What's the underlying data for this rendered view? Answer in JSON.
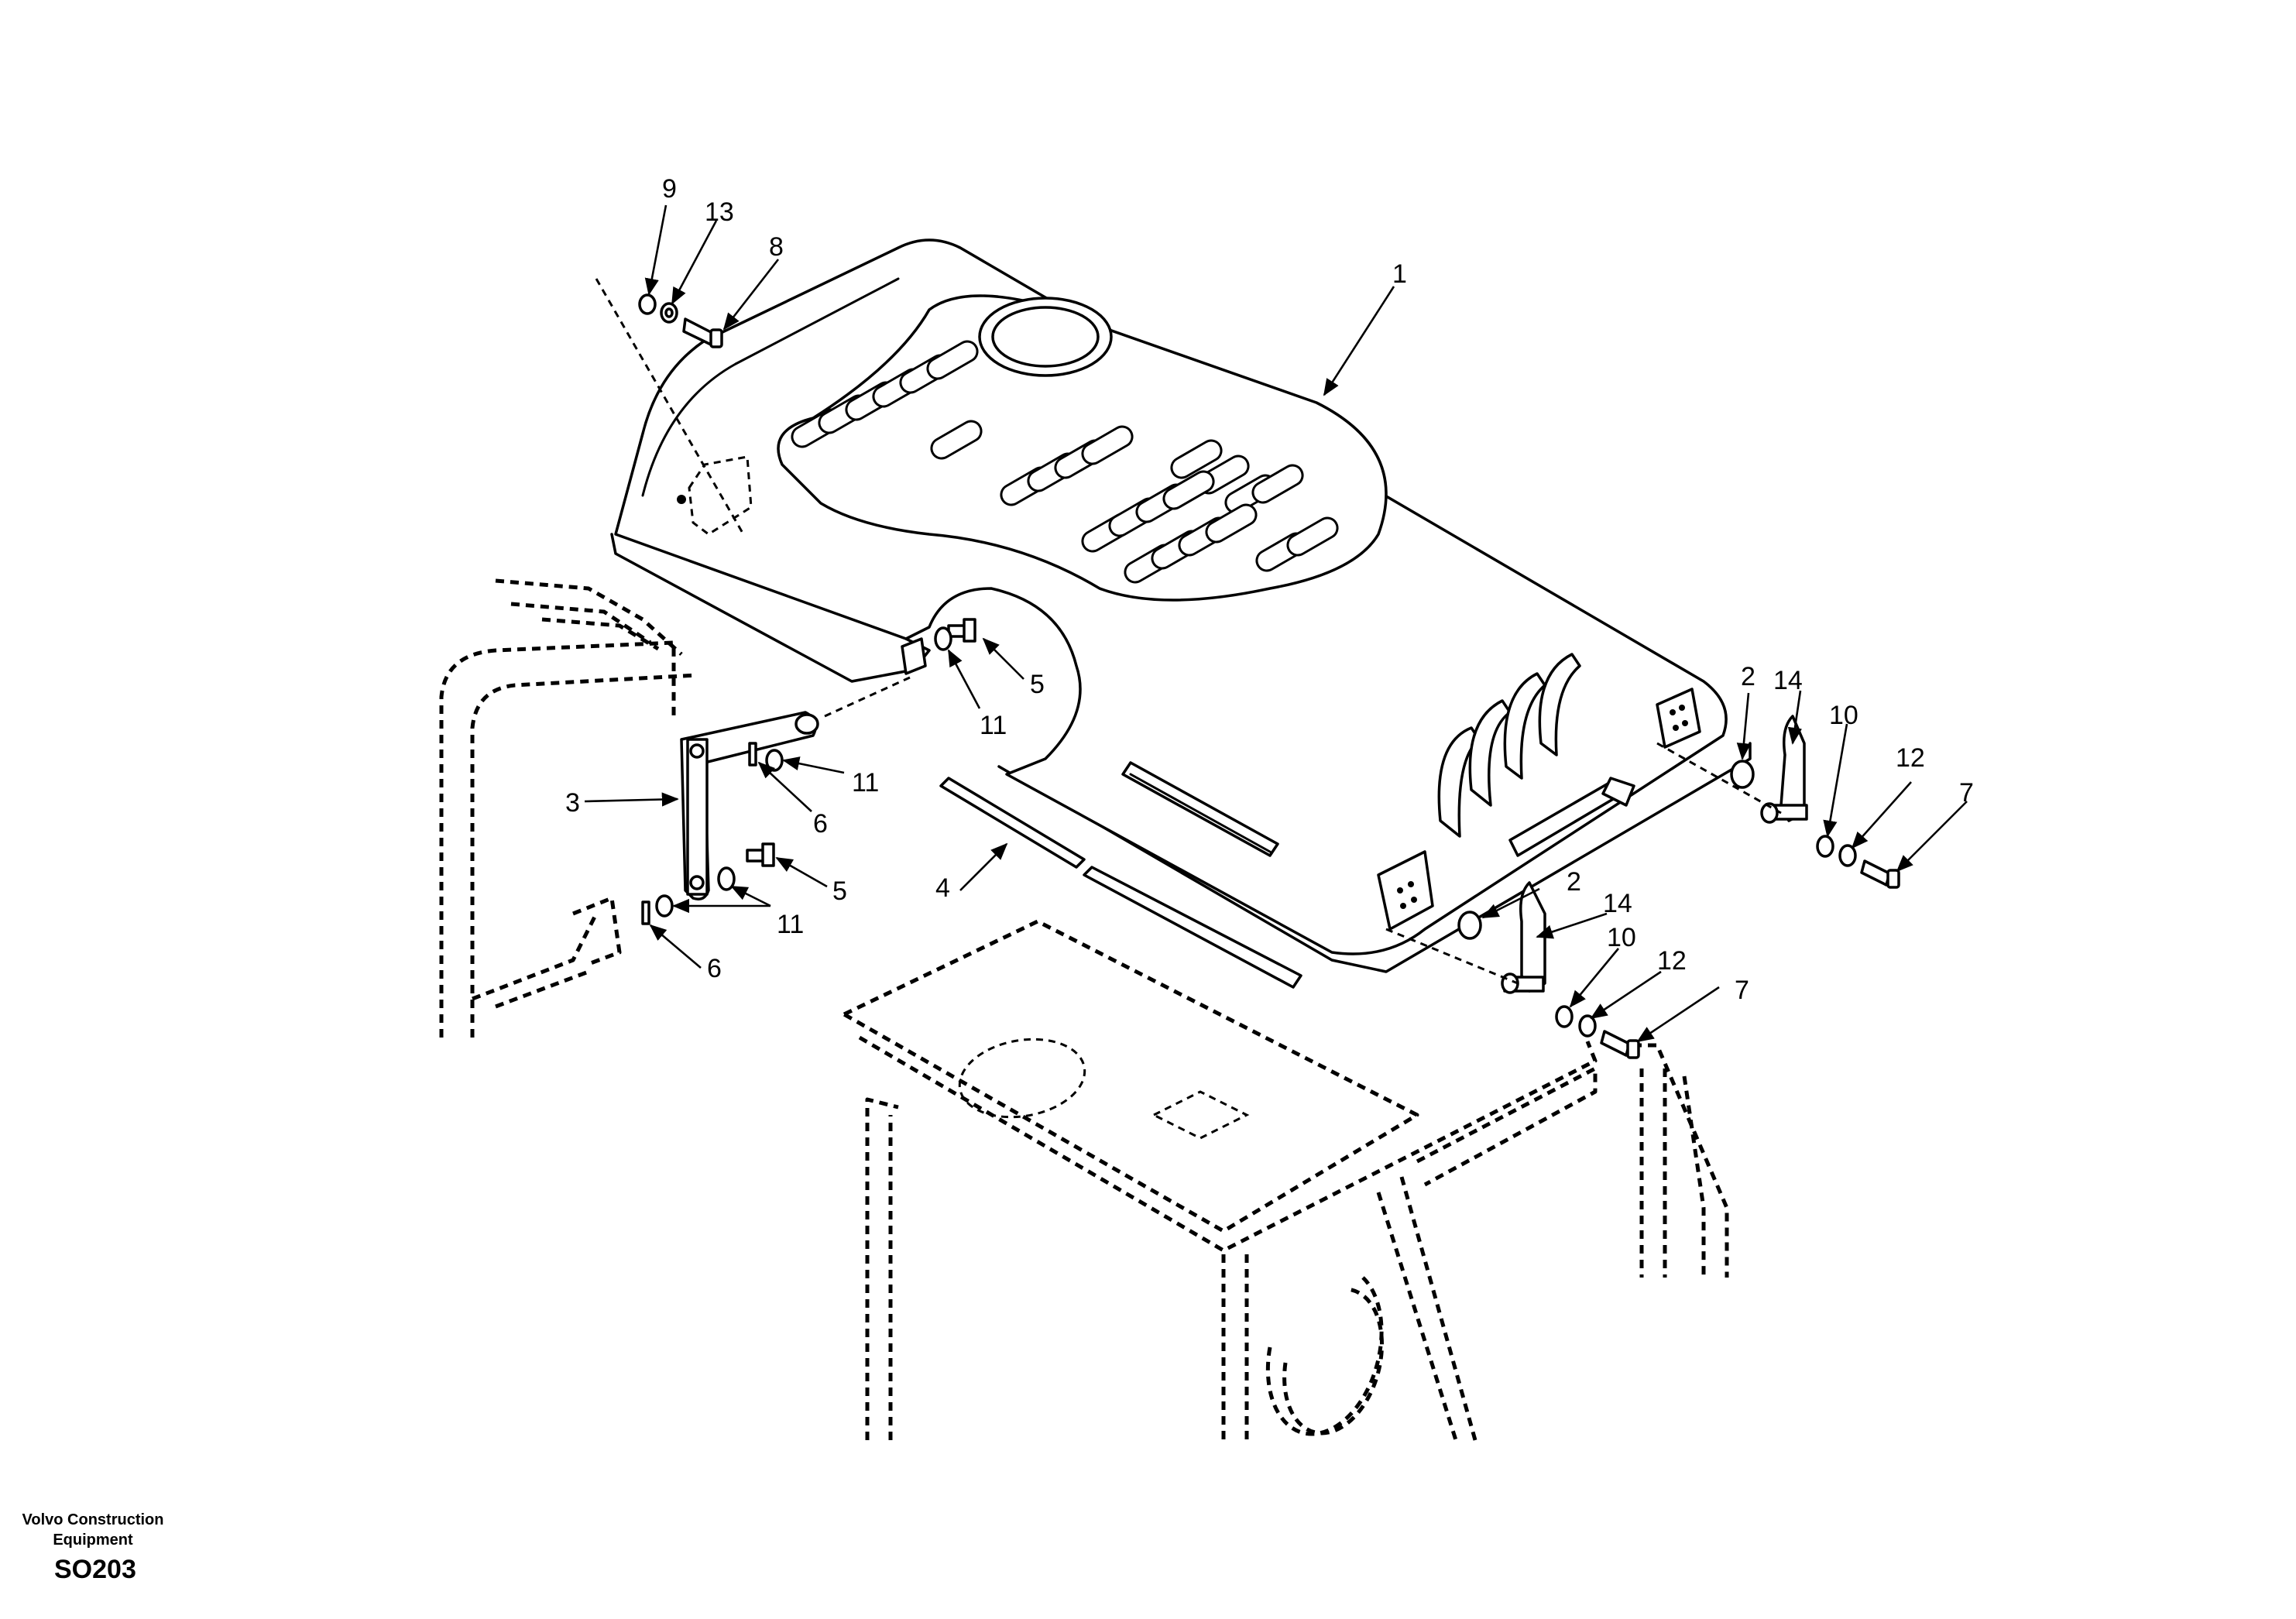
{
  "footer": {
    "company_line1": "Volvo Construction",
    "company_line2": "Equipment",
    "drawing_code": "SO203"
  },
  "callouts": {
    "c1": "1",
    "c2a": "2",
    "c2b": "2",
    "c3": "3",
    "c4": "4",
    "c5a": "5",
    "c5b": "5",
    "c6a": "6",
    "c6b": "6",
    "c7a": "7",
    "c7b": "7",
    "c8": "8",
    "c9": "9",
    "c10a": "10",
    "c10b": "10",
    "c11a": "11",
    "c11b": "11",
    "c11c": "11",
    "c12a": "12",
    "c12b": "12",
    "c13": "13",
    "c14a": "14",
    "c14b": "14"
  }
}
